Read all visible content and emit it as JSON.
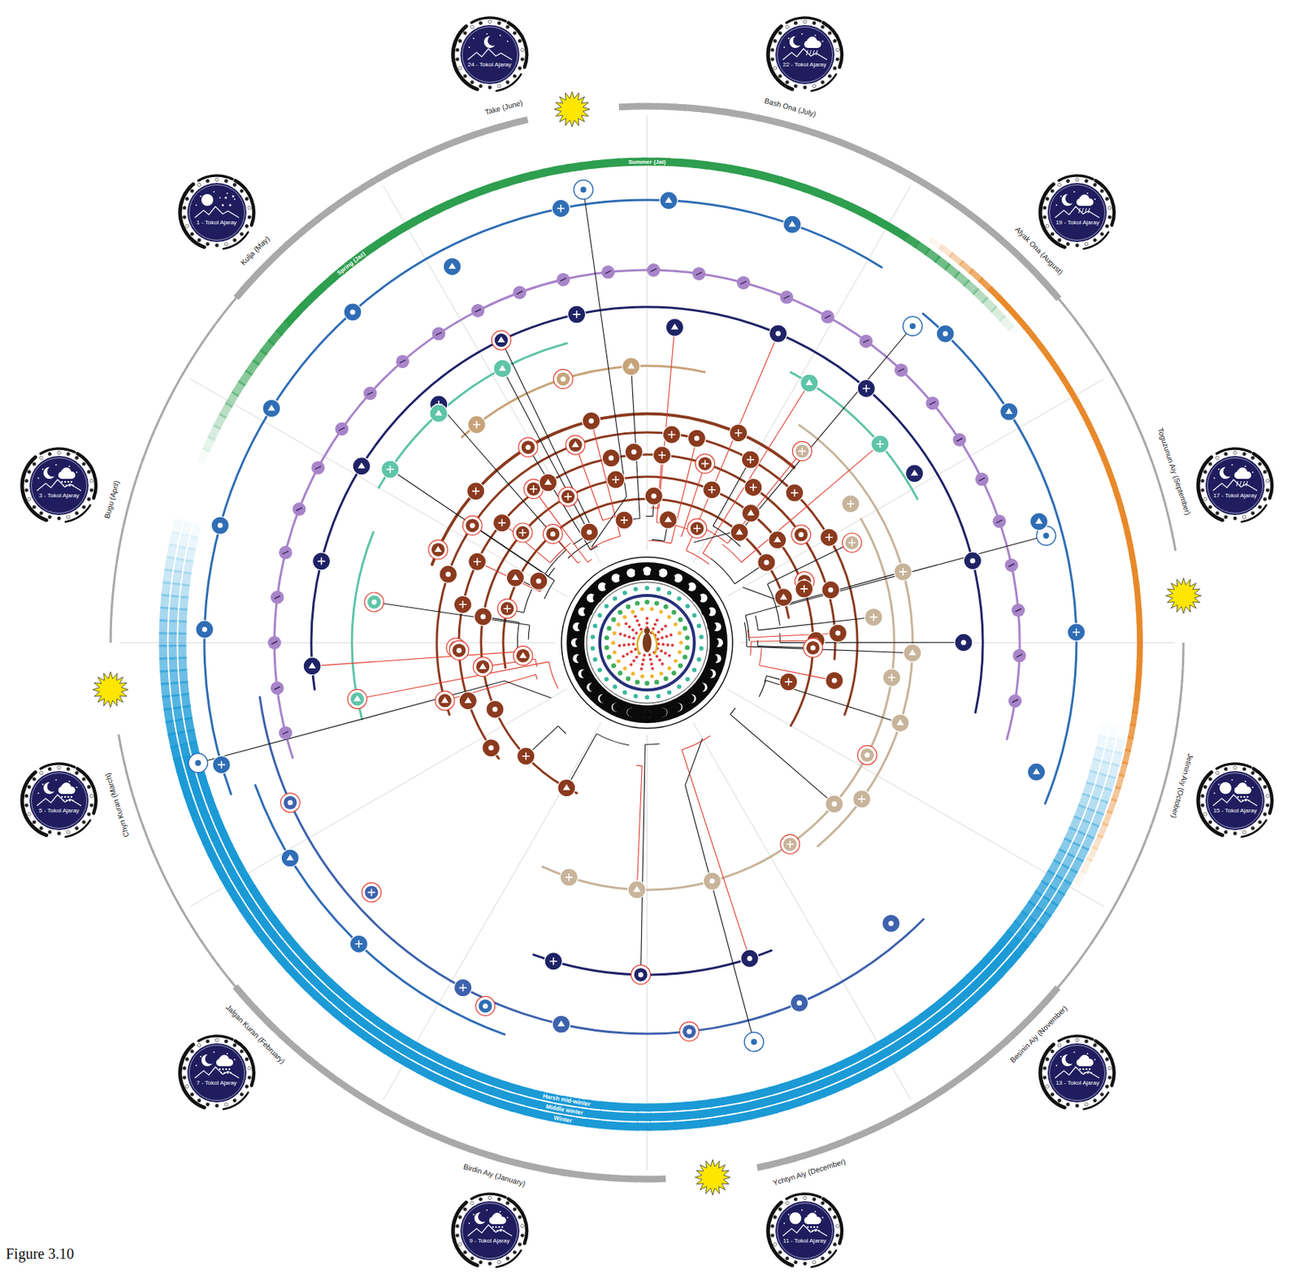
{
  "diagram": {
    "caption": "Figure 3.10",
    "nodes": [
      {
        "text": [
          "24 - Tokol Ajaray"
        ]
      },
      {
        "text": [
          "22 - Tokol Ajaray"
        ]
      },
      {
        "text": [
          "19 - Tokol Ajaray"
        ]
      },
      {
        "text": [
          "17 - Tokol Ajaray"
        ]
      },
      {
        "text": [
          "15 - Tokol Ajaray"
        ]
      },
      {
        "text": [
          "13 - Tokol Ajaray"
        ]
      },
      {
        "text": [
          "11 - Tokol Ajaray"
        ]
      },
      {
        "text": [
          "9 - Tokol Ajaray"
        ]
      },
      {
        "text": [
          "7 - Tokol Ajaray"
        ]
      },
      {
        "text": [
          "5 - Tokol Ajaray"
        ]
      },
      {
        "text": [
          "3 - Tokol Ajaray"
        ]
      },
      {
        "text": [
          "1 - Tokol Ajaray"
        ]
      }
    ],
    "labels": [
      "Take (June)",
      "Bash Ona (July)",
      "Alyak Ona (August)",
      "Toguzunun Aiy (September)",
      "Jetinin Aiy (October)",
      "Besinin Aiy (November)",
      "Ychtyn Aiy (December)",
      "Birdin Aiy (January)",
      "Jalgan Kuran (February)",
      "Chyn Kuran (March)",
      "Bugu (April)",
      "Kulja (May)",
      "Summer (Jai)",
      "Spring (Jaz)",
      "Harsh mid-winter",
      "Middle winter",
      "Winter"
    ]
  }
}
